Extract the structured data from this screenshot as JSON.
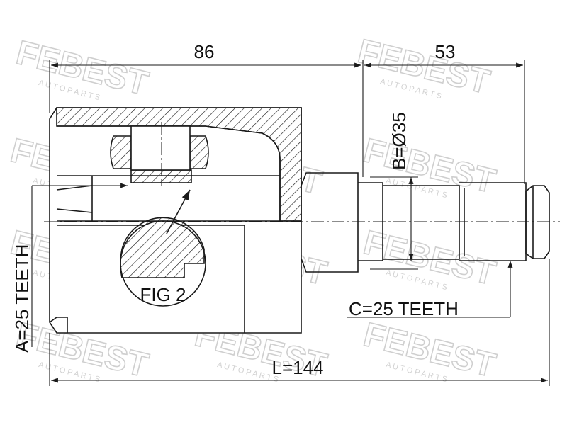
{
  "watermark": {
    "brand": "FEBEST",
    "tagline": "A U T O   P A R T S"
  },
  "dimensions": {
    "housing_length": "86",
    "shaft_length": "53",
    "total_length": "L=144",
    "diameter": "B=Ø35",
    "teeth_a": "A=25 TEETH",
    "teeth_c": "C=25 TEETH",
    "fig_label": "FIG 2"
  },
  "colors": {
    "line": "#1a1a1a",
    "watermark": "#cfcfcf"
  }
}
